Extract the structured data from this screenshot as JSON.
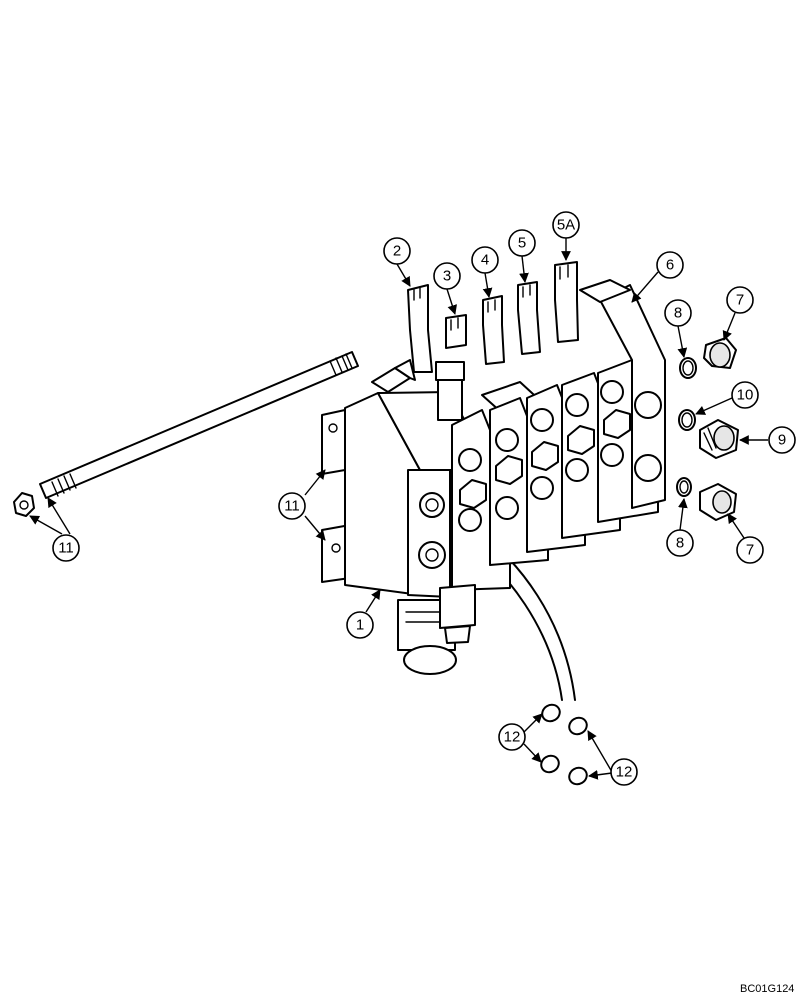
{
  "figure_code": "BC01G124",
  "callouts": {
    "c1": "1",
    "c2": "2",
    "c3": "3",
    "c4": "4",
    "c5": "5",
    "c5a": "5A",
    "c6": "6",
    "c7a": "7",
    "c7b": "7",
    "c8a": "8",
    "c8b": "8",
    "c9": "9",
    "c10": "10",
    "c11a": "11",
    "c11b": "11",
    "c12a": "12",
    "c12b": "12"
  }
}
